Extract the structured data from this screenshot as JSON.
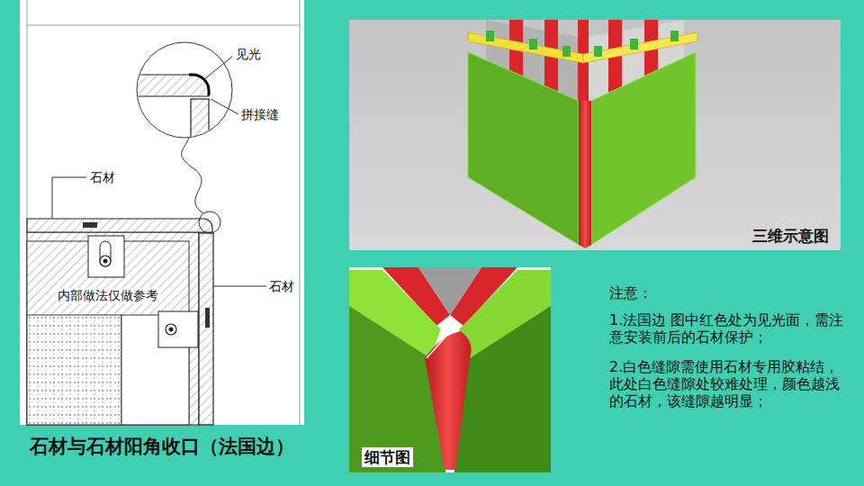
{
  "diagram": {
    "title": "石材与石材阳角收口（法国边）",
    "nodes": [
      {
        "text": [
          "三维示意图"
        ]
      },
      {
        "text": [
          "细节图"
        ]
      }
    ],
    "labels": [
      "见光",
      "拼接缝",
      "石材",
      "内部做法仅做参考",
      "石材",
      "注意：",
      "1.法国边 图中红色处为见光面，需注意安装前后的石材保护；",
      "2.白色缝隙需使用石材专用胶粘结，此处白色缝隙处较难处理，颜色越浅的石材，该缝隙越明显；"
    ]
  }
}
